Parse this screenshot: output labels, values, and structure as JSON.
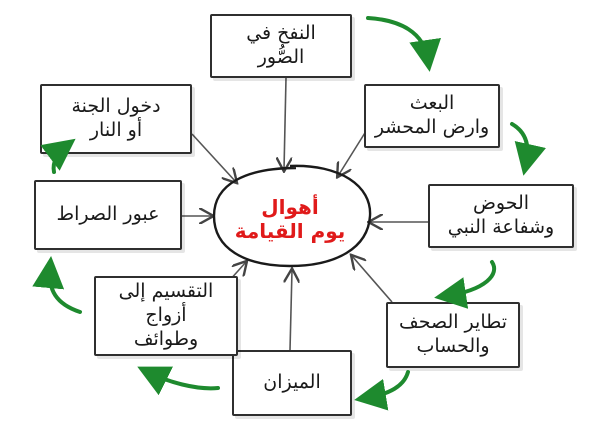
{
  "center": {
    "line1": "أهوال",
    "line2": "يوم القيامة"
  },
  "boxes": [
    {
      "id": "nafkh",
      "line1": "النفخ في",
      "line2": "الصُّور"
    },
    {
      "id": "baath",
      "line1": "البعث",
      "line2": "وارض المحشر"
    },
    {
      "id": "hawd",
      "line1": "الحوض",
      "line2": "وشفاعة النبي"
    },
    {
      "id": "tatayur",
      "line1": "تطاير الصحف",
      "line2": "والحساب"
    },
    {
      "id": "mizan",
      "line1": "الميزان"
    },
    {
      "id": "taqsim",
      "line1": "التقسيم إلى أزواج",
      "line2": "وطوائف"
    },
    {
      "id": "sirat",
      "line1": "عبور الصراط"
    },
    {
      "id": "dukhul",
      "line1": "دخول الجنة",
      "line2": "أو النار"
    }
  ],
  "colors": {
    "arrow_green": "#1e8a2e",
    "center_text": "#e01a1a",
    "stroke": "#2f2f2f"
  }
}
